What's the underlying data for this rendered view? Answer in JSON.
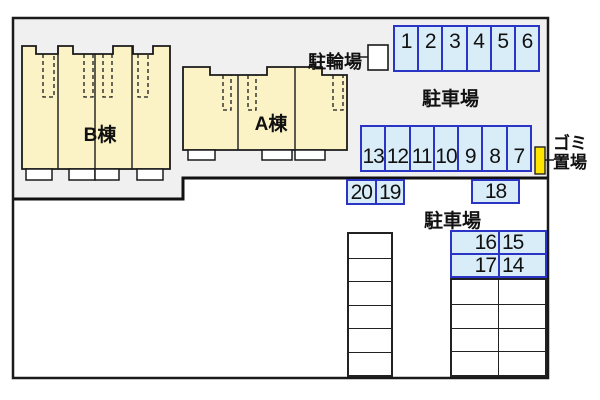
{
  "labels": {
    "bicycle_parking": "駐輪場",
    "parking_upper": "駐車場",
    "parking_lower": "駐車場",
    "garbage_line1": "ゴミ",
    "garbage_line2": "置場",
    "building_b": "B棟",
    "building_a": "A棟"
  },
  "parking": {
    "top_row": [
      "1",
      "2",
      "3",
      "4",
      "5",
      "6"
    ],
    "mid_row": [
      "13",
      "12",
      "11",
      "10",
      "9",
      "8",
      "7"
    ],
    "row_20_19": [
      "20",
      "19"
    ],
    "stall_18": "18",
    "grid_row1": [
      "16",
      "15"
    ],
    "grid_row2": [
      "17",
      "14"
    ]
  },
  "colors": {
    "paved_ground": "#f0f0f0",
    "building_fill": "#fbf3c6",
    "stall_fill": "#d9edf9",
    "stall_border": "#2a35c5",
    "garbage_marker": "#ffe400",
    "outline": "#1a1a1a"
  }
}
